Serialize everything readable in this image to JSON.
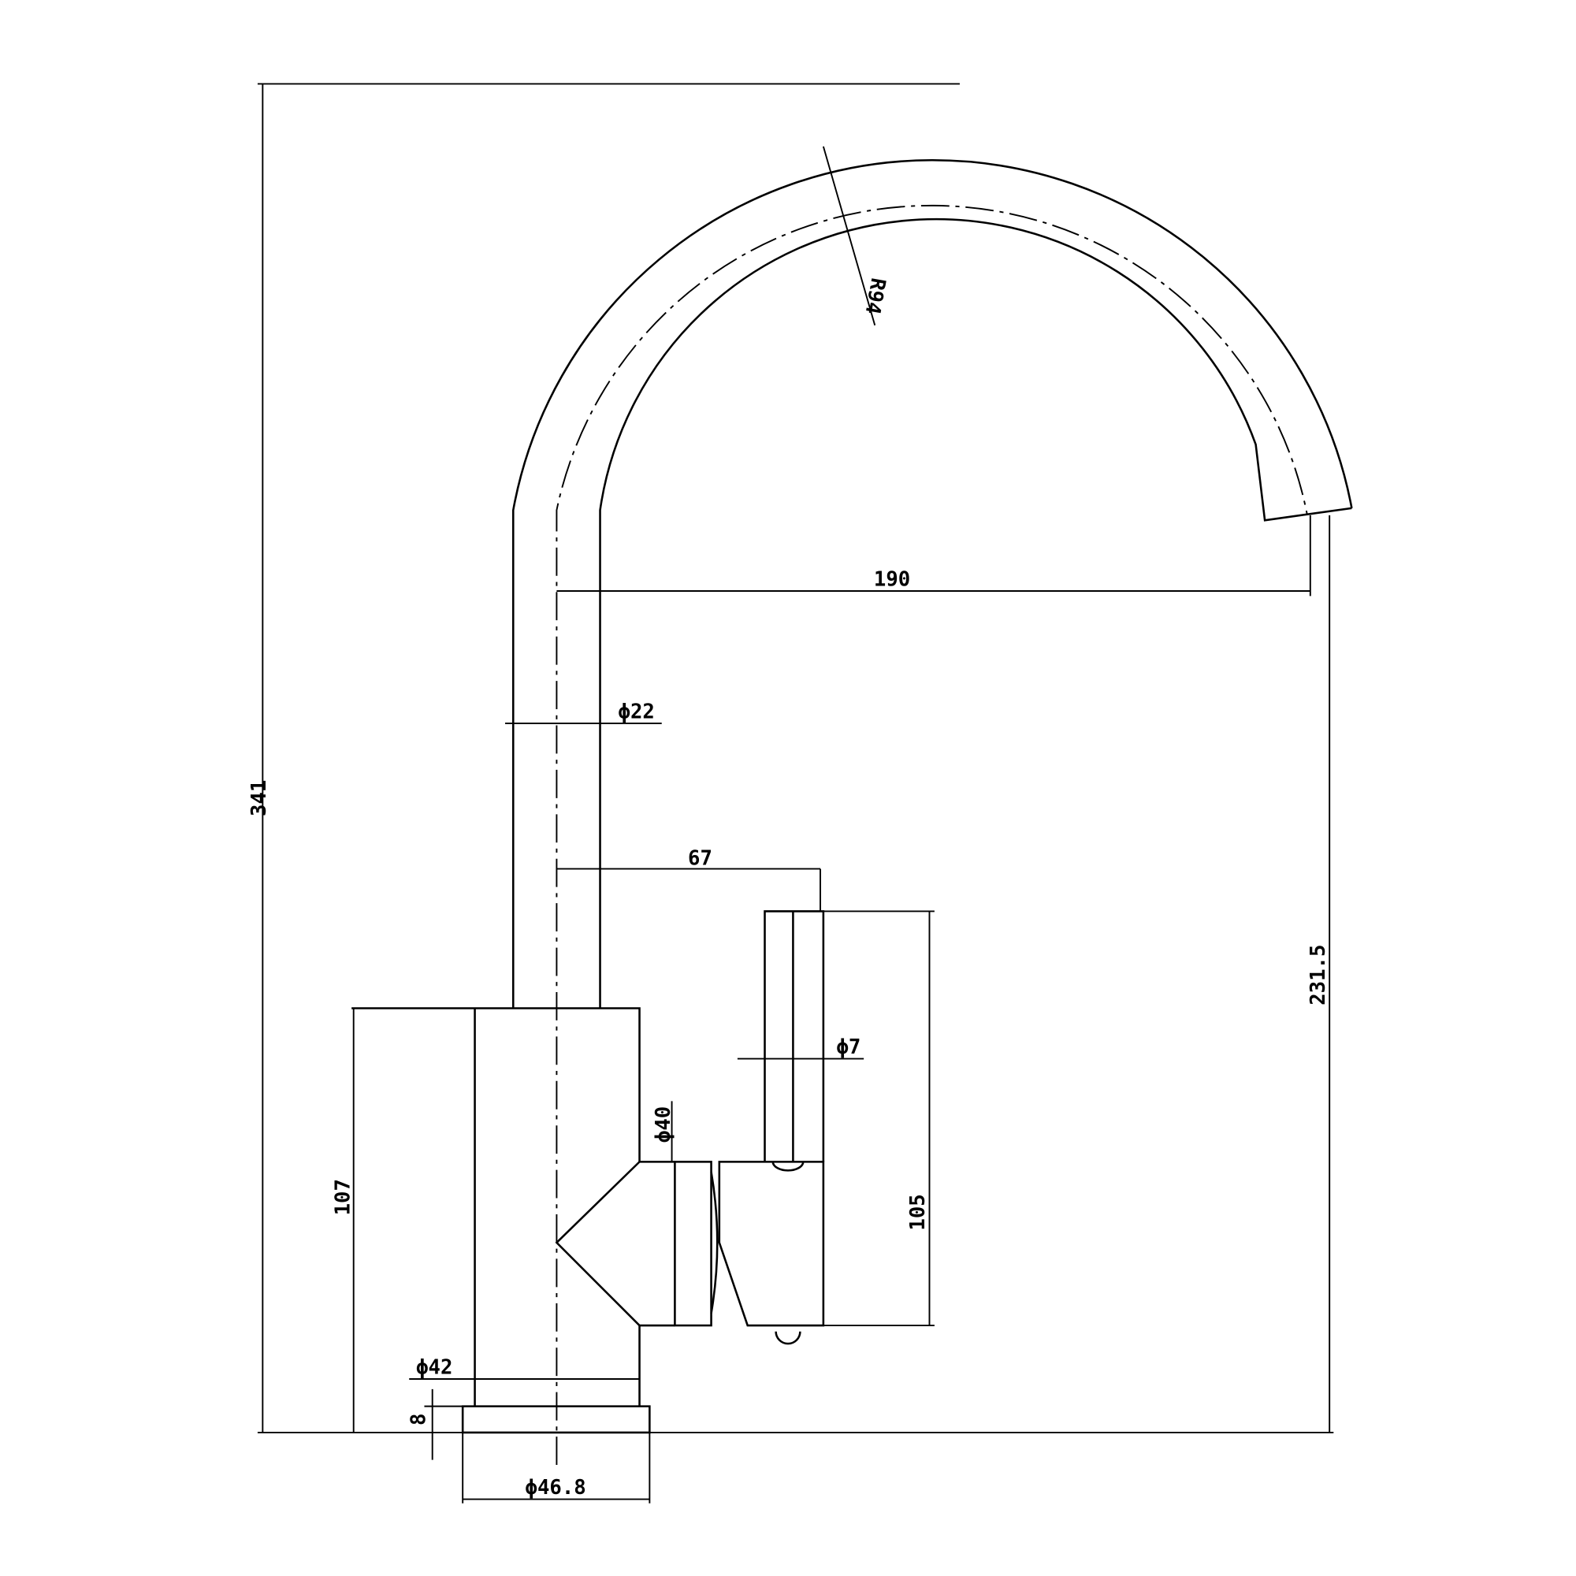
{
  "title": "Kitchen faucet side elevation drawing",
  "dimensions": {
    "overall_height": "341",
    "spout_radius": "R94",
    "spout_reach": "190",
    "spout_diameter": "ϕ22",
    "handle_offset": "67",
    "lever_diameter": "ϕ7",
    "handle_diameter": "ϕ40",
    "handle_height": "105",
    "body_height": "107",
    "outlet_height": "231.5",
    "body_diameter": "ϕ42",
    "base_height": "8",
    "base_diameter": "ϕ46.8"
  }
}
